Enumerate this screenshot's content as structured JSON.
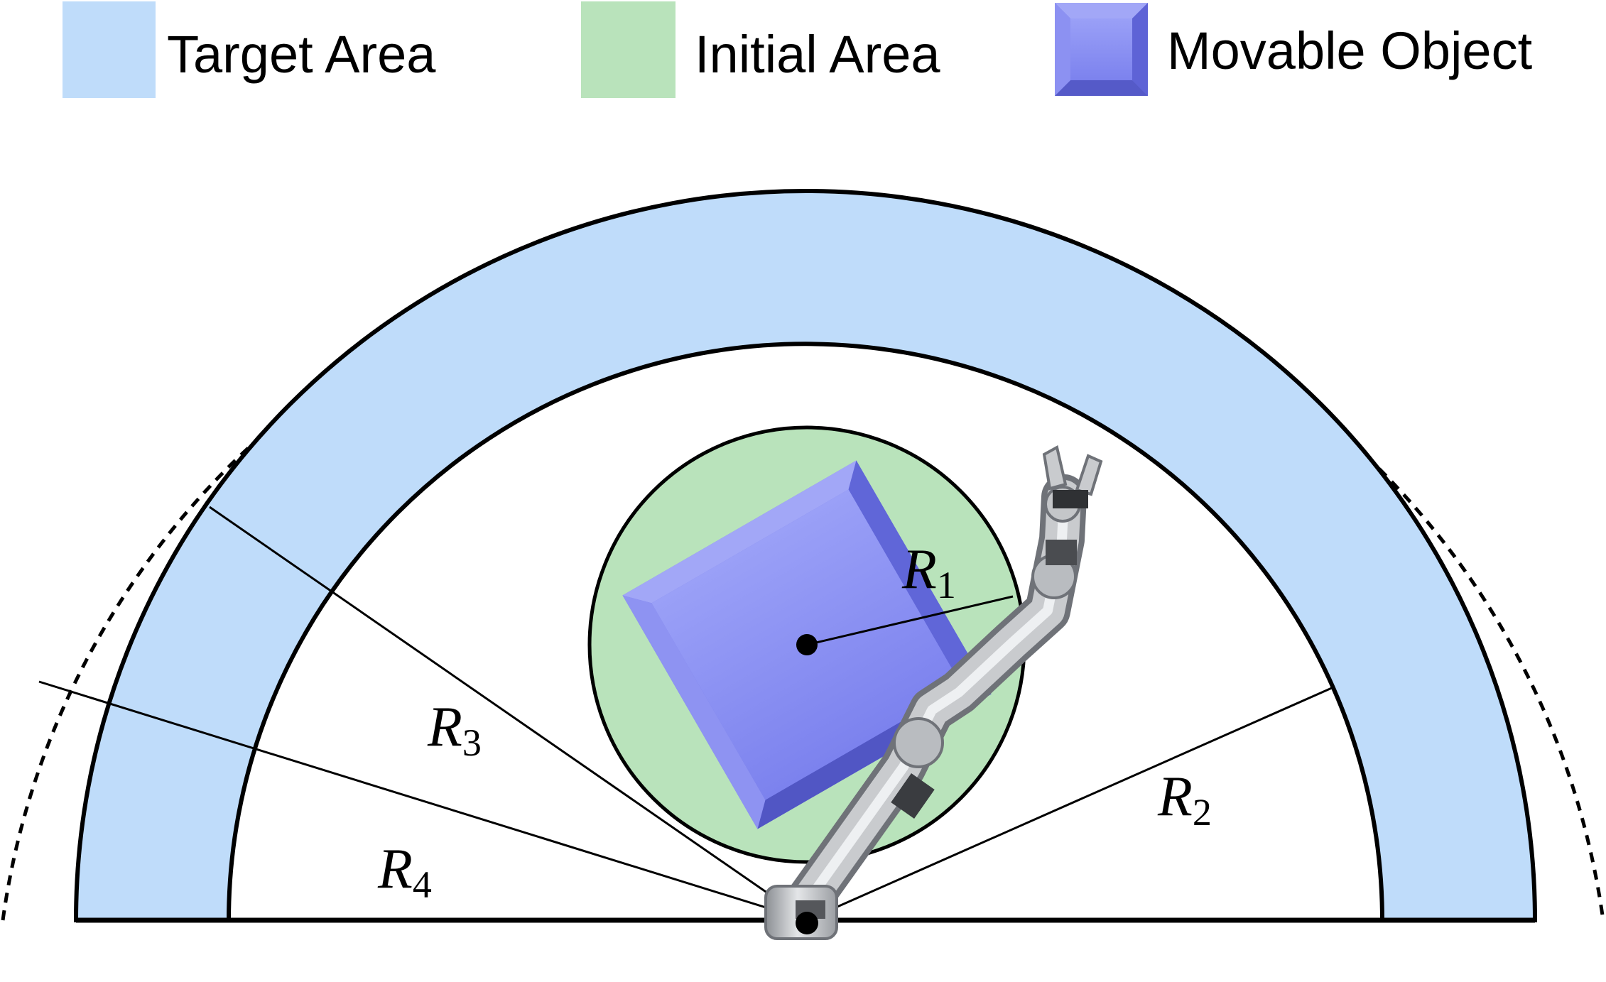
{
  "legend": {
    "target_area": "Target Area",
    "initial_area": "Initial Area",
    "movable_object": "Movable Object"
  },
  "radii": {
    "r1": {
      "letter": "R",
      "sub": "1"
    },
    "r2": {
      "letter": "R",
      "sub": "2"
    },
    "r3": {
      "letter": "R",
      "sub": "3"
    },
    "r4": {
      "letter": "R",
      "sub": "4"
    }
  },
  "colors": {
    "target_area": "#bfdcfa",
    "initial_area": "#b9e3bb",
    "movable_object": "#7278e8",
    "outline": "#000000"
  }
}
